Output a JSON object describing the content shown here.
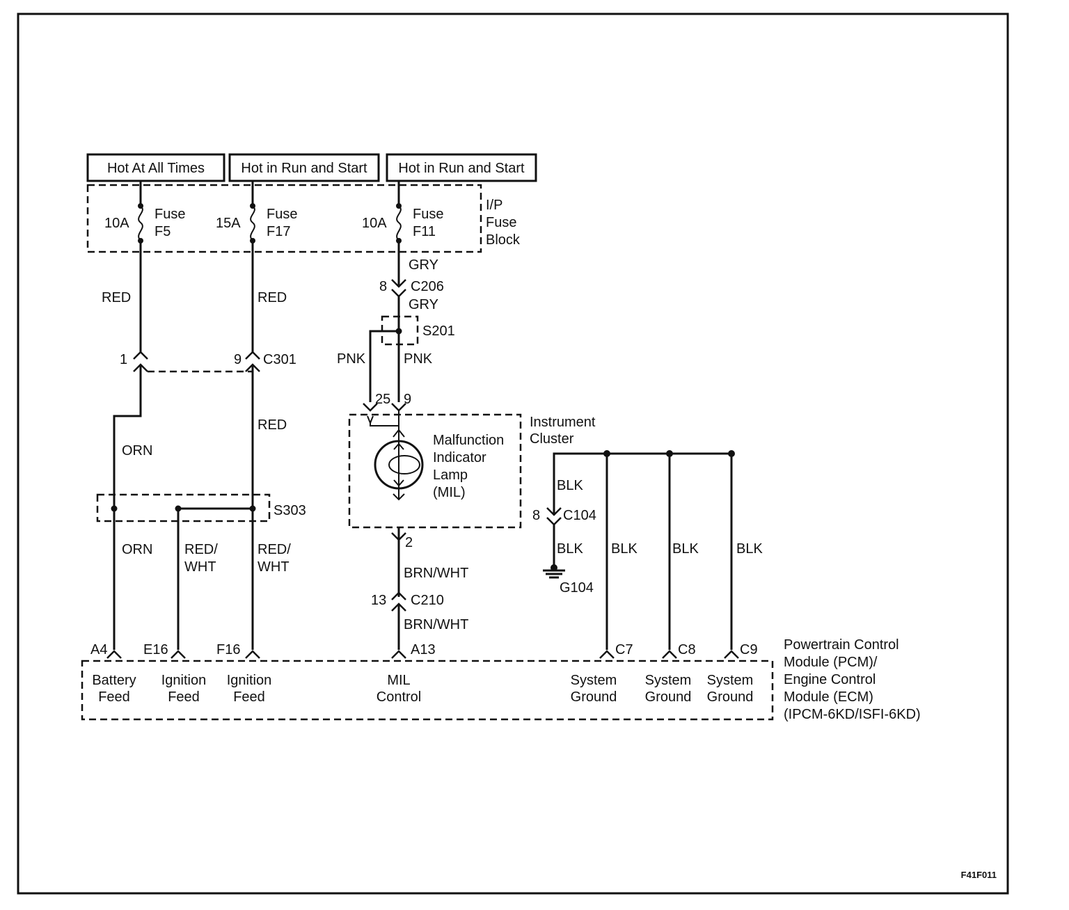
{
  "power_sources": [
    "Hot At All Times",
    "Hot in Run and Start",
    "Hot in Run and Start"
  ],
  "fuse_block": {
    "label_lines": [
      "I/P",
      "Fuse",
      "Block"
    ],
    "fuses": [
      {
        "rating": "10A",
        "name1": "Fuse",
        "name2": "F5"
      },
      {
        "rating": "15A",
        "name1": "Fuse",
        "name2": "F17"
      },
      {
        "rating": "10A",
        "name1": "Fuse",
        "name2": "F11"
      }
    ]
  },
  "wires": {
    "f5_out": "RED",
    "f17_out": "RED",
    "f17_lower": "RED",
    "orn_upper": "ORN",
    "orn_lower": "ORN",
    "red_wht_1a": "RED/",
    "red_wht_1b": "WHT",
    "red_wht_2a": "RED/",
    "red_wht_2b": "WHT",
    "gry_1": "GRY",
    "gry_2": "GRY",
    "pnk_1": "PNK",
    "pnk_2": "PNK",
    "brn_wht_1": "BRN/WHT",
    "brn_wht_2": "BRN/WHT",
    "blk_1": "BLK",
    "blk_2": "BLK",
    "blk_3": "BLK",
    "blk_4": "BLK",
    "blk_5": "BLK"
  },
  "connectors": {
    "c301_pin1": "1",
    "c301_pin9": "9",
    "c301": "C301",
    "c206_pin": "8",
    "c206": "C206",
    "ic_pin25": "25",
    "ic_pin9": "9",
    "ic_pin2": "2",
    "c104_pin": "8",
    "c104": "C104",
    "c210_pin": "13",
    "c210": "C210"
  },
  "splices": {
    "s201": "S201",
    "s303": "S303"
  },
  "ground": "G104",
  "instrument_cluster": {
    "label_lines": [
      "Instrument",
      "Cluster"
    ],
    "lamp_lines": [
      "Malfunction",
      "Indicator",
      "Lamp",
      "(MIL)"
    ]
  },
  "pcm": {
    "label_lines": [
      "Powertrain Control",
      "Module (PCM)/",
      "Engine Control",
      "Module (ECM)",
      "(IPCM-6KD/ISFI-6KD)"
    ],
    "pins": [
      {
        "pin": "A4",
        "line1": "Battery",
        "line2": "Feed"
      },
      {
        "pin": "E16",
        "line1": "Ignition",
        "line2": "Feed"
      },
      {
        "pin": "F16",
        "line1": "Ignition",
        "line2": "Feed"
      },
      {
        "pin": "A13",
        "line1": "MIL",
        "line2": "Control"
      },
      {
        "pin": "C7",
        "line1": "System",
        "line2": "Ground"
      },
      {
        "pin": "C8",
        "line1": "System",
        "line2": "Ground"
      },
      {
        "pin": "C9",
        "line1": "System",
        "line2": "Ground"
      }
    ]
  },
  "figure_id": "F41F011"
}
